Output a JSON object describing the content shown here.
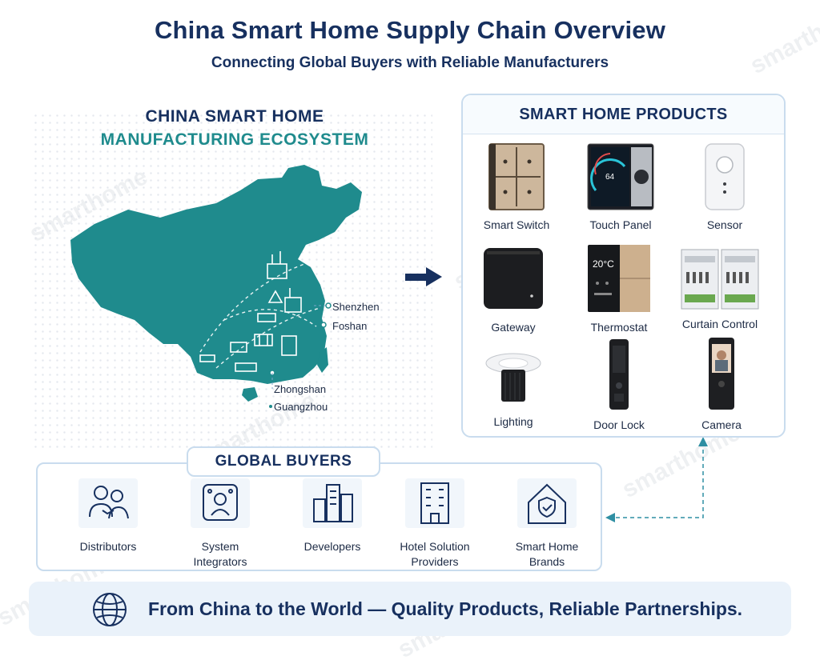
{
  "header": {
    "title": "China Smart Home Supply Chain Overview",
    "subtitle": "Connecting Global Buyers with Reliable Manufacturers"
  },
  "ecosystem": {
    "line1": "CHINA SMART HOME",
    "line2": "MANUFACTURING ECOSYSTEM",
    "cities": [
      "Shenzhen",
      "Foshan",
      "Zhongshan",
      "Guangzhou"
    ],
    "map_color": "#1f8b8d"
  },
  "products": {
    "title": "SMART HOME PRODUCTS",
    "items": [
      {
        "label": "Smart Switch",
        "icon": "smart-switch-icon"
      },
      {
        "label": "Touch Panel",
        "icon": "touch-panel-icon"
      },
      {
        "label": "Sensor",
        "icon": "sensor-icon"
      },
      {
        "label": "Gateway",
        "icon": "gateway-icon"
      },
      {
        "label": "Thermostat",
        "icon": "thermostat-icon"
      },
      {
        "label": "Curtain Control",
        "icon": "curtain-control-icon"
      },
      {
        "label": "Lighting",
        "icon": "downlight-icon"
      },
      {
        "label": "Door Lock",
        "icon": "door-lock-icon"
      },
      {
        "label": "Camera",
        "icon": "camera-icon"
      }
    ],
    "thermostat_display": "20°C",
    "touch_panel_display": "64"
  },
  "buyers": {
    "title": "GLOBAL BUYERS",
    "items": [
      {
        "label": "Distributors",
        "icon": "handshake-people-icon"
      },
      {
        "label": "System\nIntegrators",
        "icon": "integrator-icon"
      },
      {
        "label": "Developers",
        "icon": "buildings-icon"
      },
      {
        "label": "Hotel Solution\nProviders",
        "icon": "hotel-icon"
      },
      {
        "label": "Smart Home\nBrands",
        "icon": "shield-house-icon"
      }
    ]
  },
  "footer": {
    "tagline": "From China to the World — Quality Products, Reliable Partnerships.",
    "icon": "globe-icon"
  },
  "watermark": "smarthome",
  "colors": {
    "navy": "#17305f",
    "teal": "#1f8b8d",
    "panel_border": "#c9dcee",
    "banner_bg": "#eaf2fa"
  }
}
